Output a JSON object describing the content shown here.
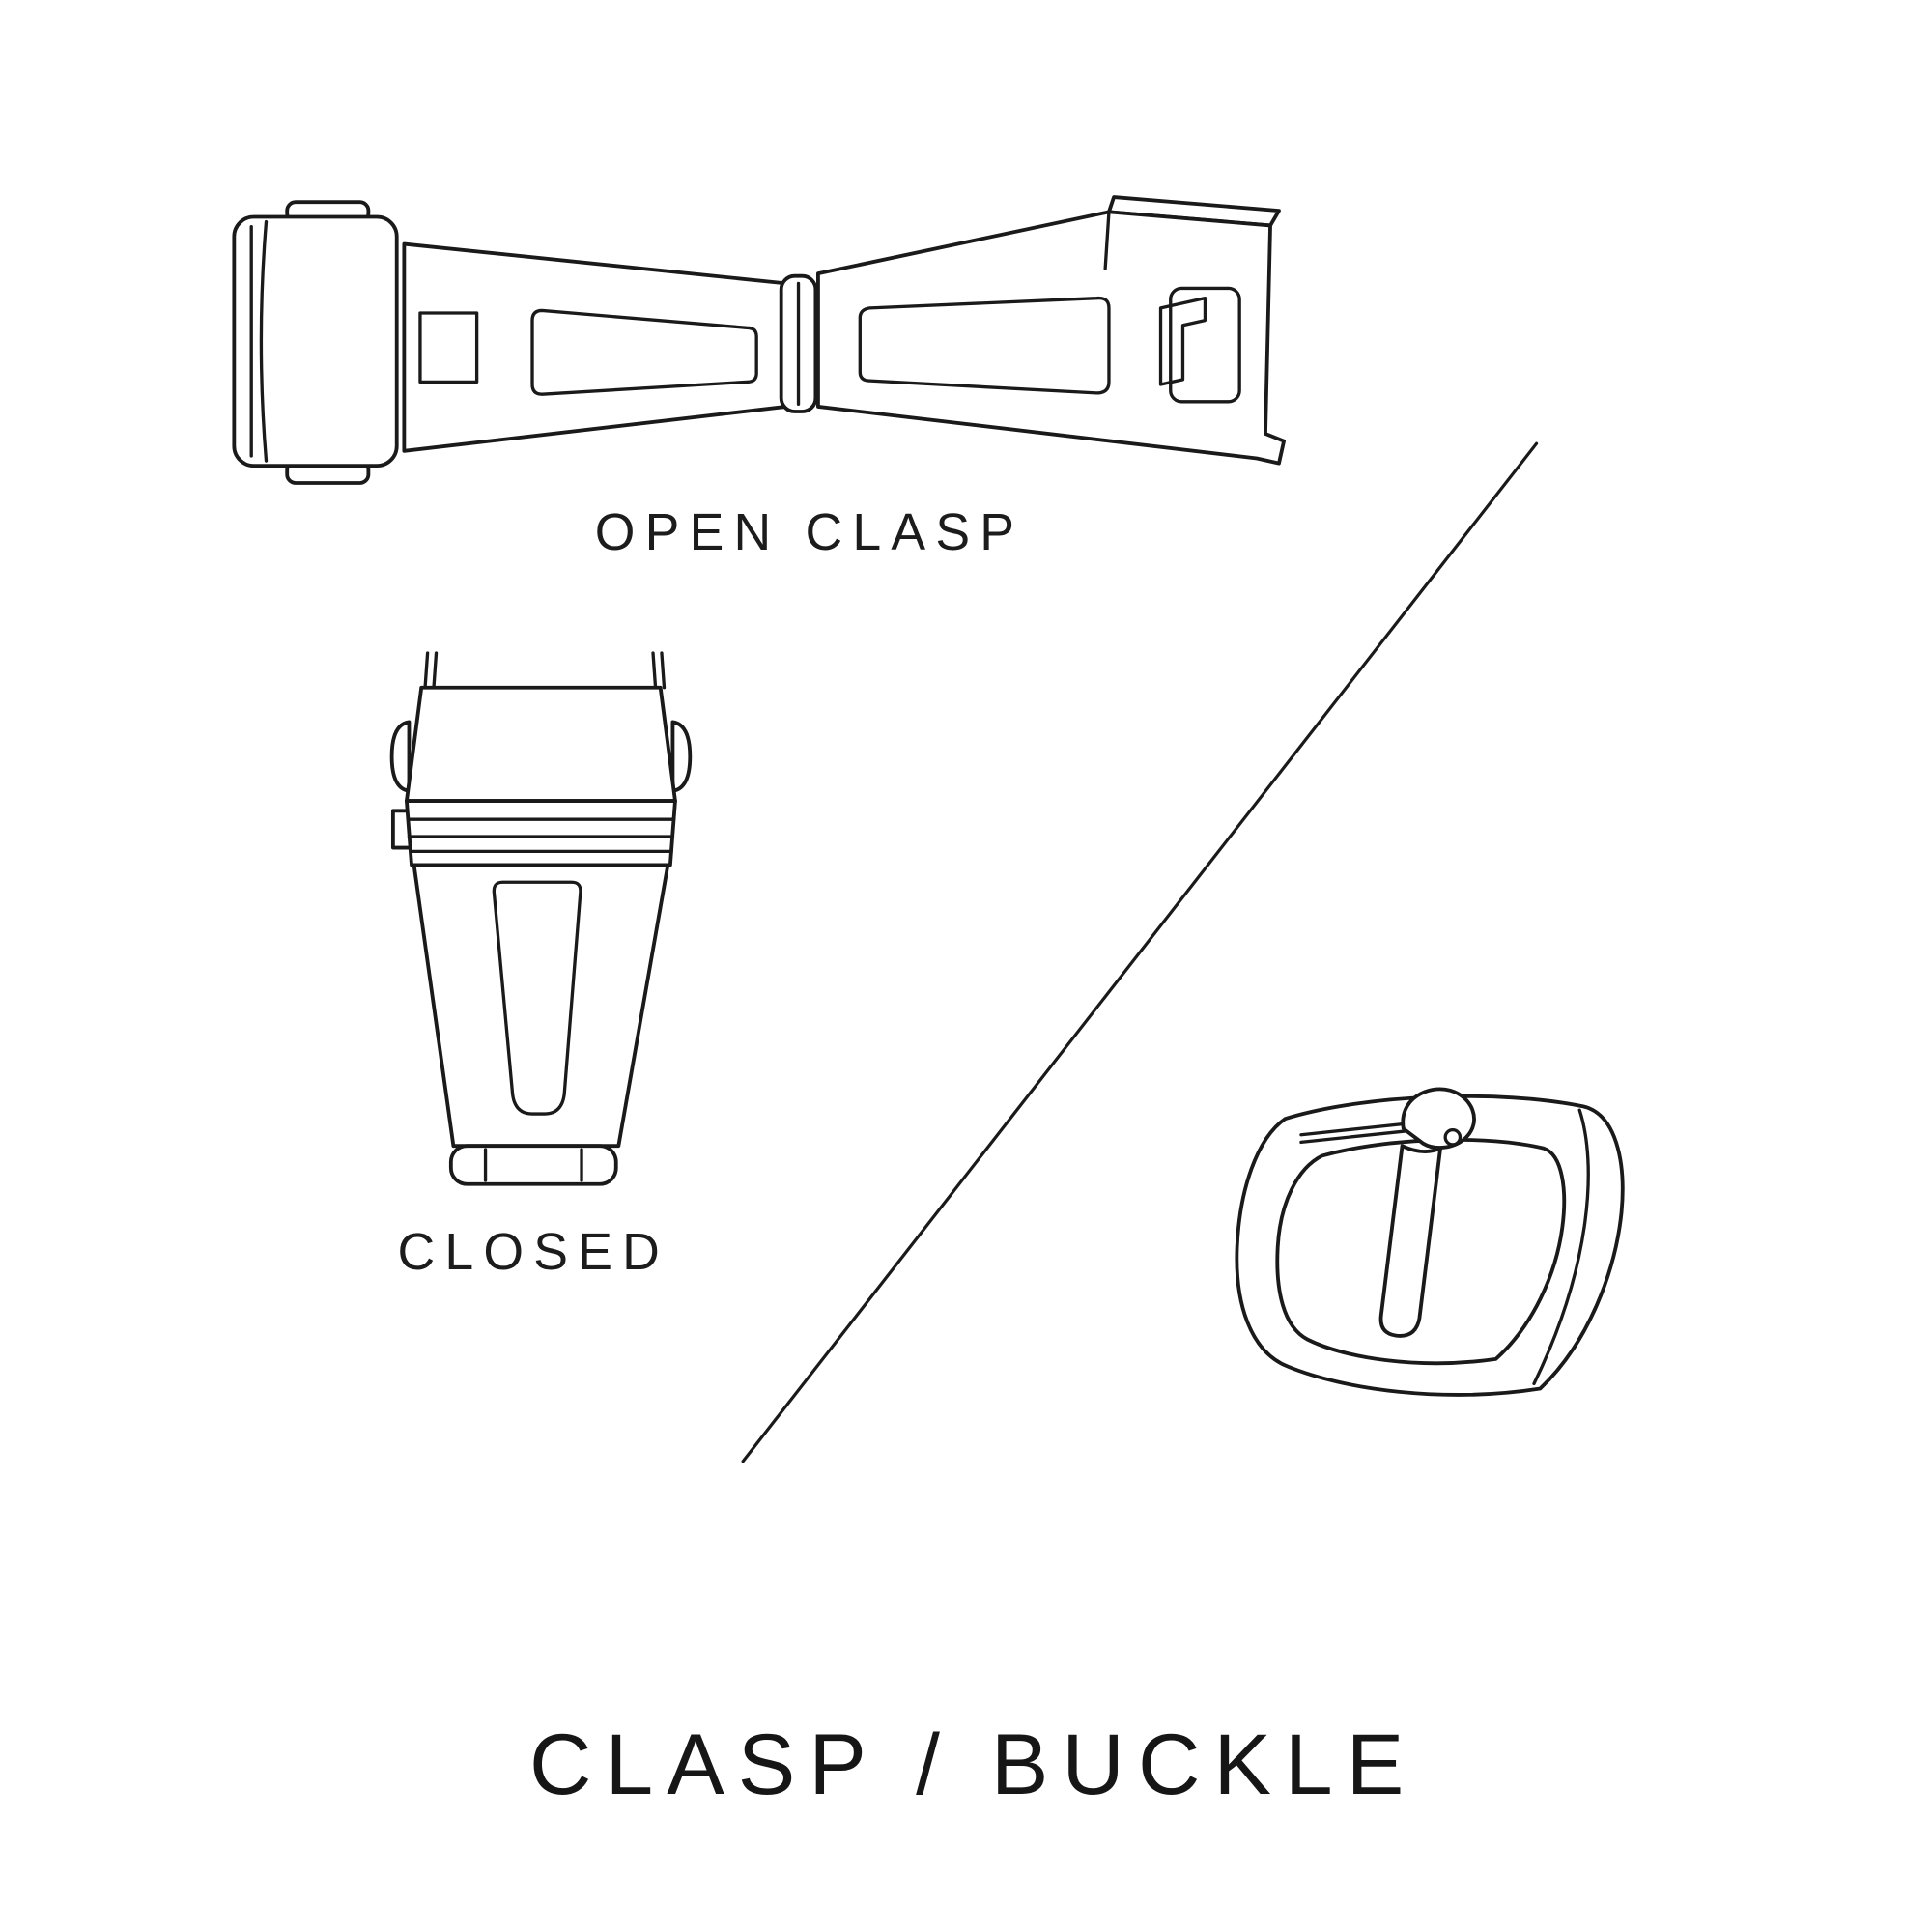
{
  "page": {
    "background_color": "#ffffff",
    "line_color": "#1a1a1a",
    "title": "CLASP / BUCKLE"
  },
  "figures": {
    "open_clasp": {
      "icon": "open-clasp-line-drawing",
      "label": "OPEN CLASP"
    },
    "closed_clasp": {
      "icon": "closed-clasp-line-drawing",
      "label": "CLOSED"
    },
    "tang_buckle": {
      "icon": "tang-buckle-line-drawing"
    }
  },
  "divider": {
    "icon": "diagonal-divider-line"
  }
}
